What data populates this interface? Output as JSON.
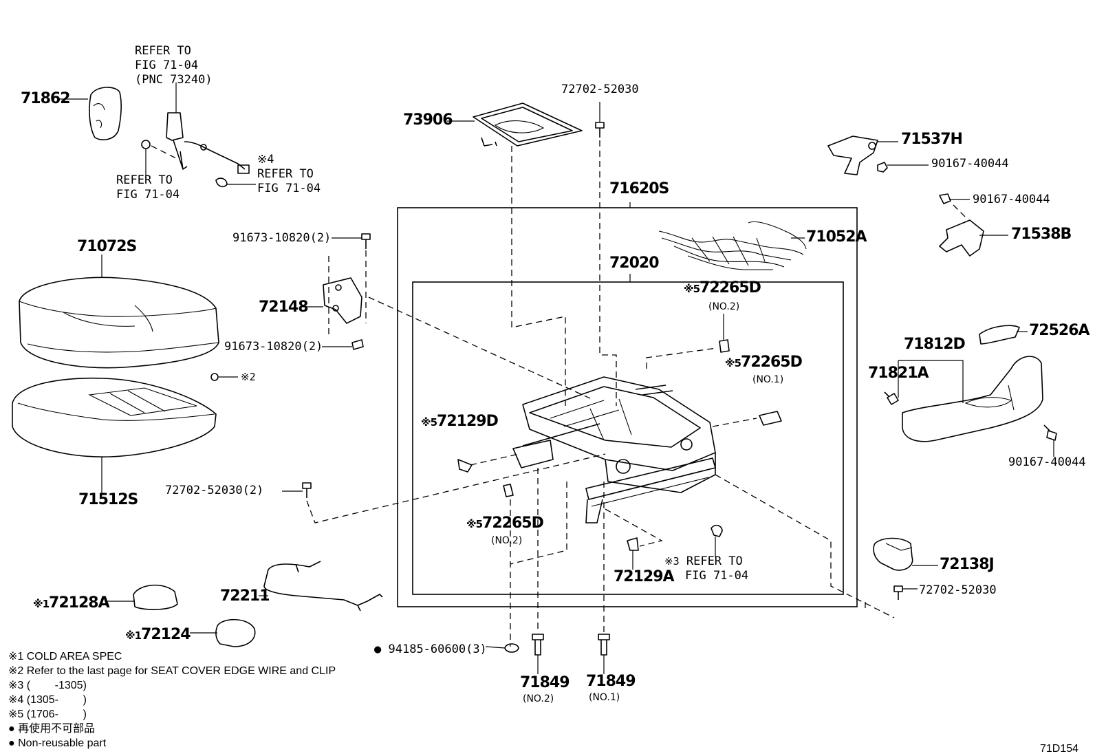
{
  "labels": {
    "p71862": "71862",
    "refer_fig_a": [
      "REFER TO",
      "FIG 71-04",
      "(PNC 73240)"
    ],
    "refer_fig_b": [
      "REFER TO",
      "FIG 71-04"
    ],
    "refer_fig_c_mark": "※4",
    "refer_fig_c": [
      "REFER TO",
      "FIG 71-04"
    ],
    "p72702_top": "72702-52030",
    "p73906": "73906",
    "p71620S": "71620S",
    "p71537H": "71537H",
    "p90167_a": "90167-40044",
    "p90167_b": "90167-40044",
    "p71538B": "71538B",
    "p71052A": "71052A",
    "p72020": "72020",
    "p71072S": "71072S",
    "p91673_a": "91673-10820(2)",
    "p72148": "72148",
    "p91673_b": "91673-10820(2)",
    "mark2": "※2",
    "p71512S": "71512S",
    "p72265D_a_mark": "※5",
    "p72265D_a": "72265D",
    "p72265D_a_sub": "(NO.2)",
    "p72265D_b_mark": "※5",
    "p72265D_b": "72265D",
    "p72265D_b_sub": "(NO.1)",
    "p72129D_mark": "※5",
    "p72129D": "72129D",
    "p72265D_c_mark": "※5",
    "p72265D_c": "72265D",
    "p72265D_c_sub": "(NO.2)",
    "p72702_left": "72702-52030(2)",
    "p72129A": "72129A",
    "refer_fig_d_mark": "※3",
    "refer_fig_d": [
      "REFER TO",
      "FIG 71-04"
    ],
    "p71812D": "71812D",
    "p72526A": "72526A",
    "p71821A": "71821A",
    "p90167_c": "90167-40044",
    "p72138J": "72138J",
    "p72702_right": "72702-52030",
    "p72128A_mark": "※1",
    "p72128A": "72128A",
    "p72211": "72211",
    "p72124_mark": "※1",
    "p72124": "72124",
    "p94185": "94185-60600(3)",
    "p94185_mark": "●",
    "p71849_a": "71849",
    "p71849_a_sub": "(NO.2)",
    "p71849_b": "71849",
    "p71849_b_sub": "(NO.1)"
  },
  "notes": [
    "※1 COLD AREA SPEC",
    "※2 Refer to the last page for SEAT COVER EDGE WIRE and CLIP",
    "※3 (        -1305)",
    "※4 (1305-        )",
    "※5 (1706-        )",
    "● 再使用不可部品",
    "● Non-reusable part"
  ],
  "figure_id": "71D154"
}
